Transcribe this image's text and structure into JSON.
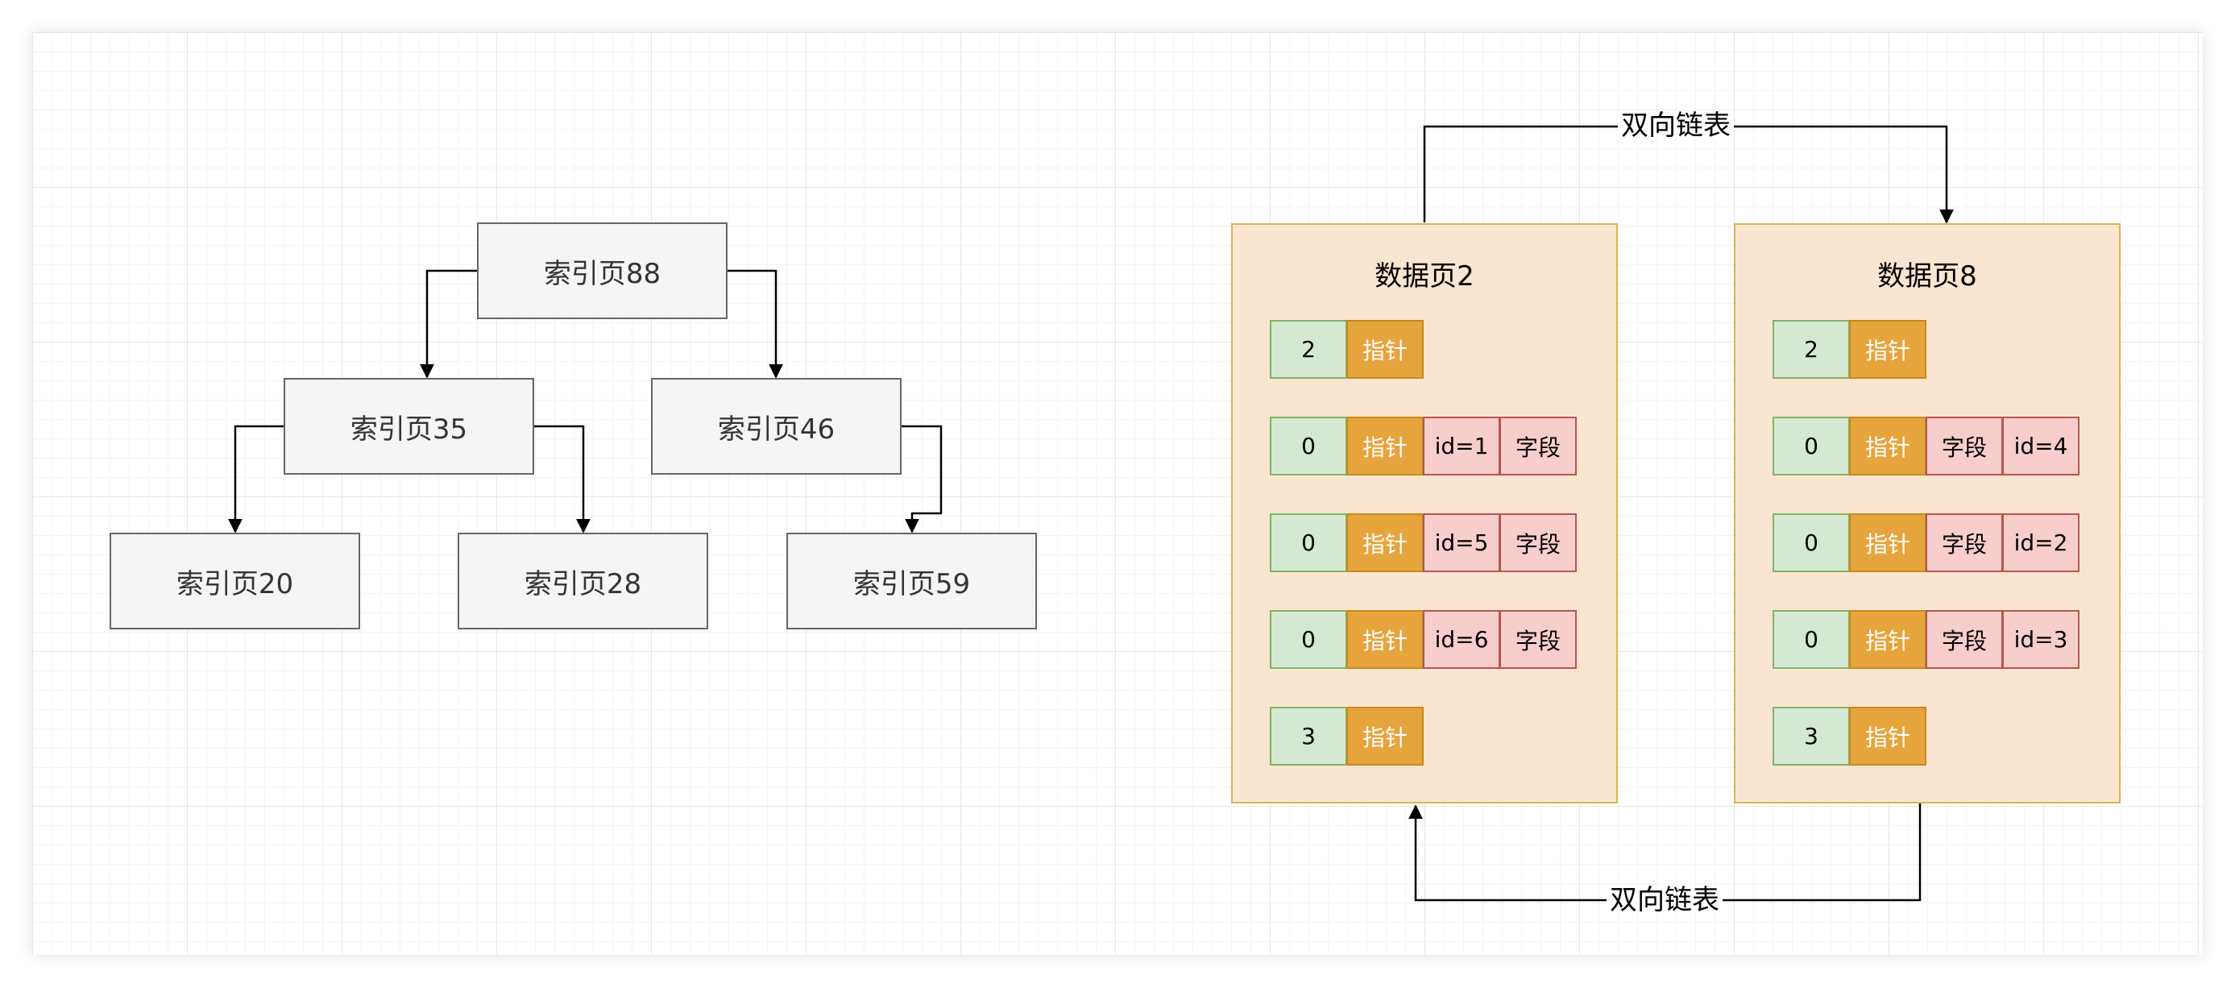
{
  "index_tree": {
    "root": "索引页88",
    "level1_left": "索引页35",
    "level1_right": "索引页46",
    "leaf_1": "索引页20",
    "leaf_2": "索引页28",
    "leaf_3": "索引页59"
  },
  "link_labels": {
    "top": "双向链表",
    "bottom": "双向链表"
  },
  "data_page_2": {
    "title": "数据页2",
    "rows": [
      {
        "n": "2",
        "ptr": "指针"
      },
      {
        "n": "0",
        "ptr": "指针",
        "a": "id=1",
        "b": "字段"
      },
      {
        "n": "0",
        "ptr": "指针",
        "a": "id=5",
        "b": "字段"
      },
      {
        "n": "0",
        "ptr": "指针",
        "a": "id=6",
        "b": "字段"
      },
      {
        "n": "3",
        "ptr": "指针"
      }
    ]
  },
  "data_page_8": {
    "title": "数据页8",
    "rows": [
      {
        "n": "2",
        "ptr": "指针"
      },
      {
        "n": "0",
        "ptr": "指针",
        "a": "字段",
        "b": "id=4"
      },
      {
        "n": "0",
        "ptr": "指针",
        "a": "字段",
        "b": "id=2"
      },
      {
        "n": "0",
        "ptr": "指针",
        "a": "字段",
        "b": "id=3"
      },
      {
        "n": "3",
        "ptr": "指针"
      }
    ]
  },
  "colors": {
    "index_fill": "#f5f5f5",
    "page_fill": "#fae6d0",
    "page_border": "#d6b656",
    "number_fill": "#d5e8d4",
    "pointer_fill": "#e6a43d",
    "field_fill": "#f8cecc"
  }
}
